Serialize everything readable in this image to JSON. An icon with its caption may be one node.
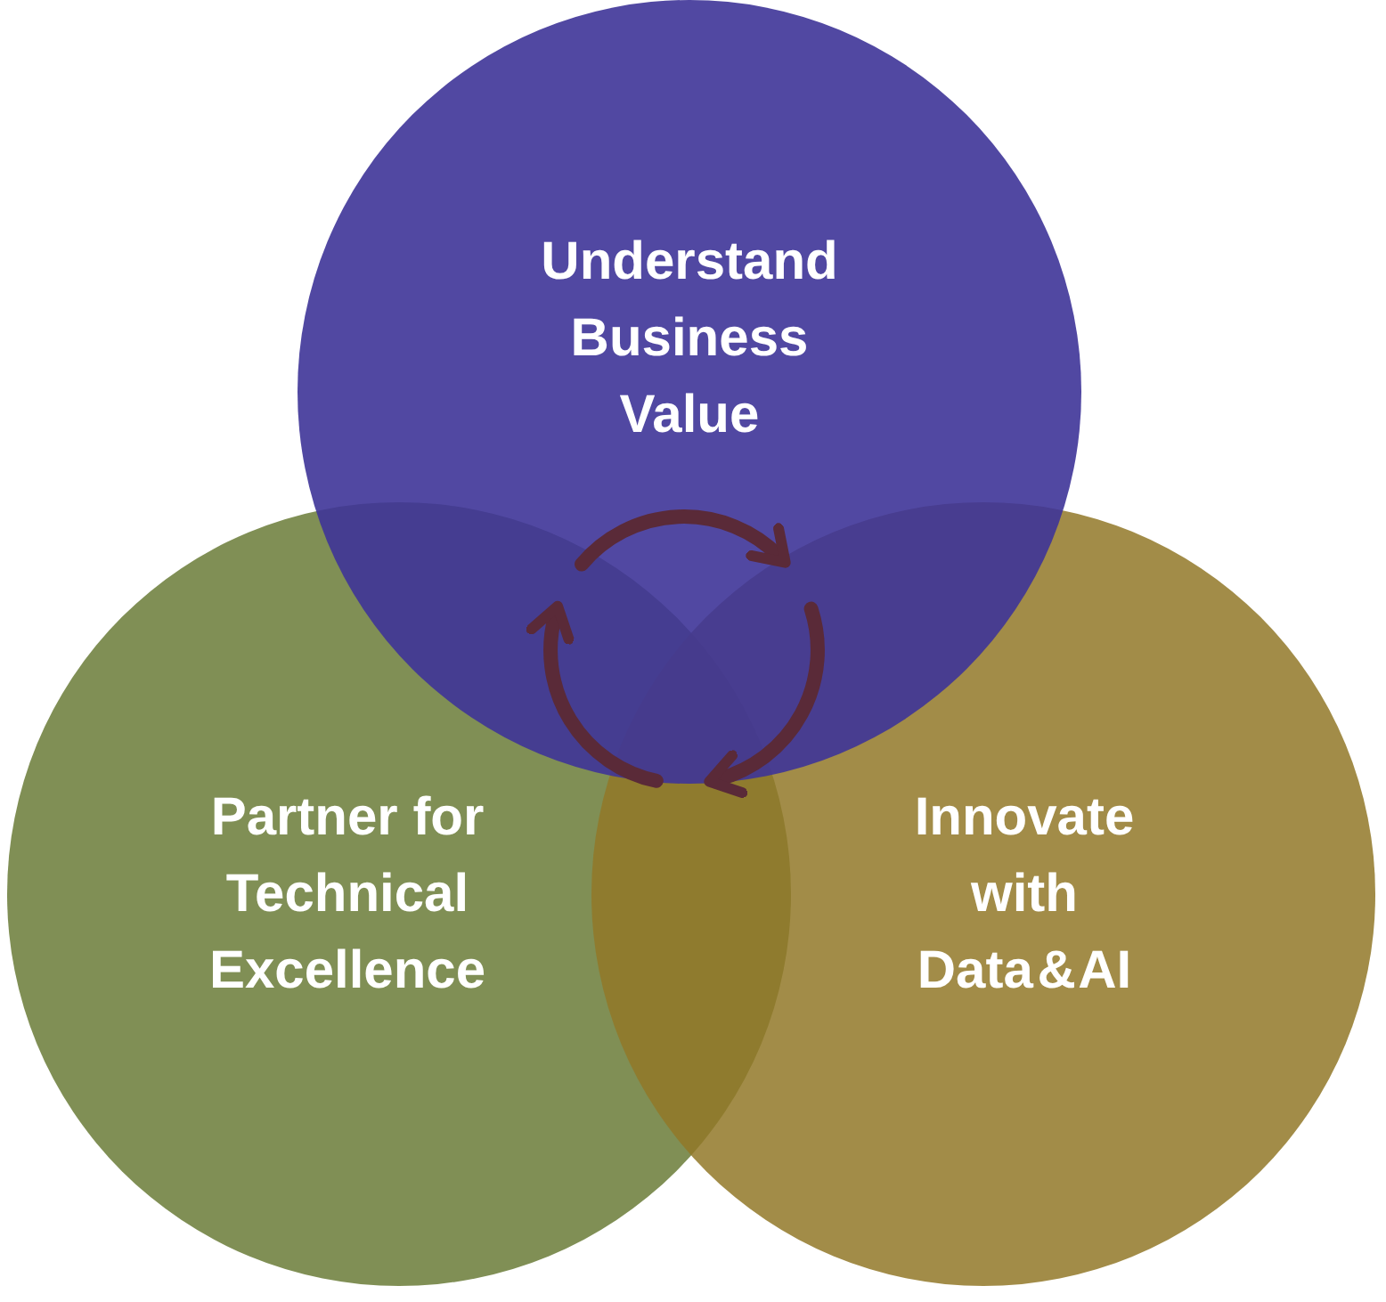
{
  "diagram": {
    "nodes": [
      {
        "text": [
          "Understand Business Value"
        ]
      },
      {
        "text": [
          "Partner for Technical Excellence"
        ]
      },
      {
        "text": [
          "Innovate with Data & AI"
        ]
      }
    ]
  }
}
